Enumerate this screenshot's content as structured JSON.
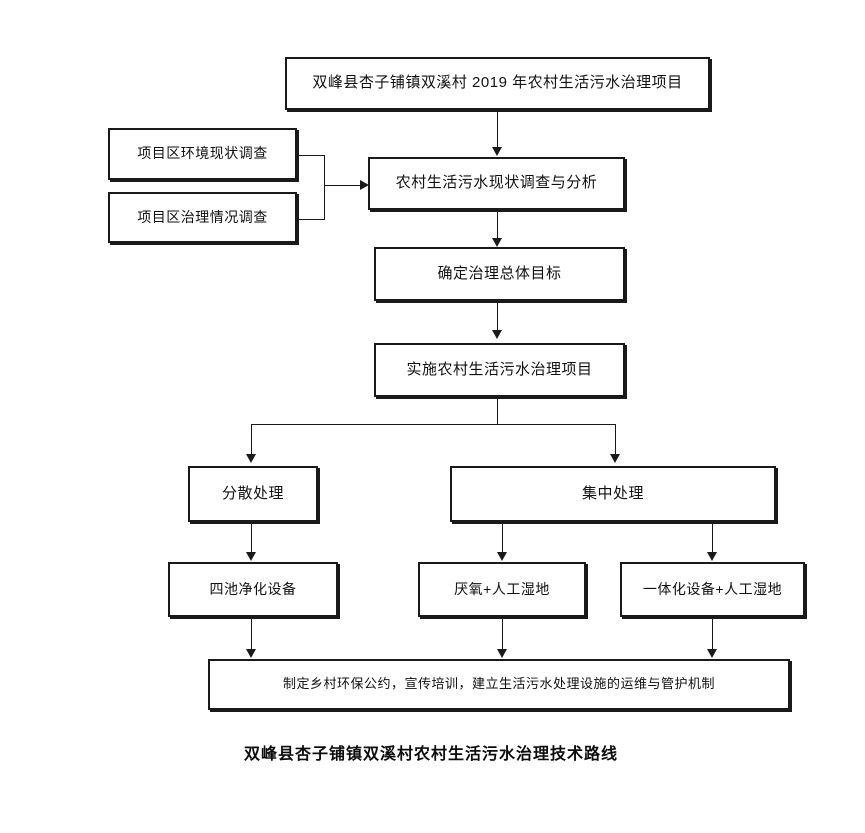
{
  "diagram": {
    "title_caption": "双峰县杏子铺镇双溪村农村生活污水治理技术路线",
    "nodes": {
      "project_title": "双峰县杏子铺镇双溪村 2019 年农村生活污水治理项目",
      "survey_environment": "项目区环境现状调查",
      "survey_governance": "项目区治理情况调查",
      "survey_analysis": "农村生活污水现状调查与分析",
      "overall_goal": "确定治理总体目标",
      "implement_project": "实施农村生活污水治理项目",
      "decentralized": "分散处理",
      "centralized": "集中处理",
      "four_pond": "四池净化设备",
      "anaerobic_wetland": "厌氧+人工湿地",
      "integrated_wetland": "一体化设备+人工湿地",
      "management_mechanism": "制定乡村环保公约，宣传培训，建立生活污水处理设施的运维与管护机制"
    },
    "colors": {
      "box_border": "#1a1a1a",
      "box_fill": "#ffffff",
      "line": "#1a1a1a",
      "text": "#111111",
      "background": "#ffffff"
    }
  }
}
